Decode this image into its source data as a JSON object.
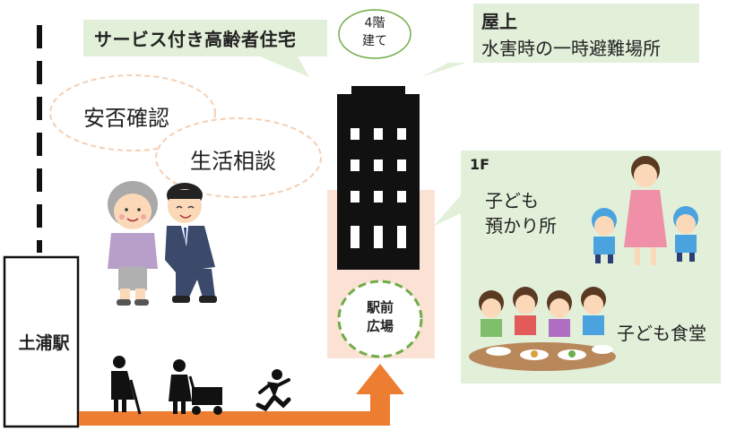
{
  "station": {
    "label": "土浦駅"
  },
  "building": {
    "callout_title": "サービス付き高齢者住宅",
    "floors_label_line1": "4階",
    "floors_label_line2": "建て"
  },
  "rooftop": {
    "title": "屋上",
    "desc": "水害時の一時避難場所"
  },
  "services": {
    "safety_check": "安否確認",
    "life_consultation": "生活相談"
  },
  "plaza": {
    "line1": "駅前",
    "line2": "広場"
  },
  "first_floor": {
    "floor_label": "1F",
    "childcare_line1": "子ども",
    "childcare_line2": "預かり所",
    "kids_cafeteria": "子ども食堂"
  },
  "colors": {
    "callout_fill": "#e2efd9",
    "path_orange": "#ed7d31",
    "plaza_circle": "#70ad47",
    "service_ellipse": "#f4cfb4",
    "building_base": "#fbe2d5"
  }
}
